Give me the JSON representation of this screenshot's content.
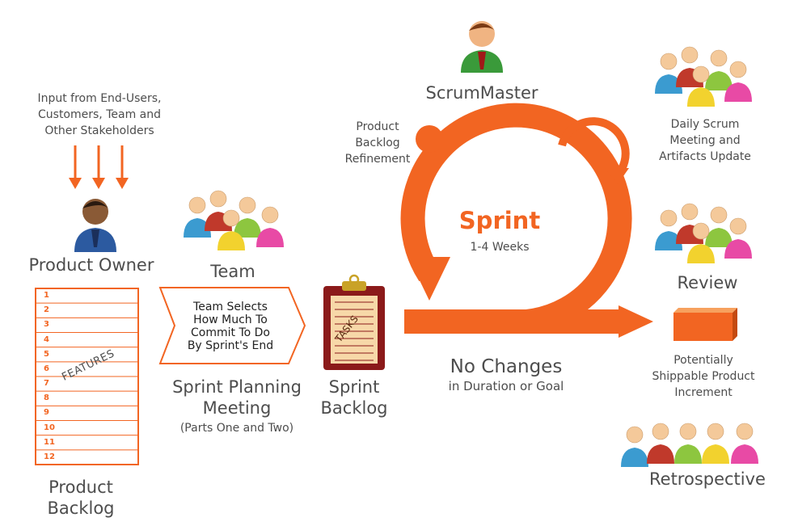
{
  "colors": {
    "orange": "#f26522",
    "text": "#4d4d4d",
    "clipboard": "#8b1a1a",
    "paper": "#f7d8a8"
  },
  "icons": {
    "person": "person-icon",
    "group": "people-group-icon",
    "arrow": "arrow-icon",
    "clipboard": "clipboard-icon",
    "box": "increment-box-icon"
  },
  "input": {
    "lines": [
      "Input from End-Users,",
      "Customers, Team and",
      "Other Stakeholders"
    ]
  },
  "product_owner": {
    "label": "Product Owner"
  },
  "product_backlog": {
    "items": [
      "1",
      "2",
      "3",
      "4",
      "5",
      "6",
      "7",
      "8",
      "9",
      "10",
      "11",
      "12"
    ],
    "stamp": "FEATURES",
    "label_lines": [
      "Product",
      "Backlog"
    ]
  },
  "team": {
    "label": "Team"
  },
  "planning": {
    "arrow_lines": [
      "Team Selects",
      "How Much To",
      "Commit To Do",
      "By Sprint's End"
    ],
    "title_lines": [
      "Sprint Planning",
      "Meeting"
    ],
    "subtitle": "(Parts One and Two)"
  },
  "sprint_backlog": {
    "stamp": "TASKS",
    "label_lines": [
      "Sprint",
      "Backlog"
    ]
  },
  "scrum_master": {
    "label": "ScrumMaster"
  },
  "refinement": {
    "lines": [
      "Product",
      "Backlog",
      "Refinement"
    ]
  },
  "sprint": {
    "title": "Sprint",
    "duration": "1-4 Weeks"
  },
  "no_changes": {
    "title": "No Changes",
    "subtitle": "in Duration or Goal"
  },
  "daily_scrum": {
    "lines": [
      "Daily Scrum",
      "Meeting and",
      "Artifacts Update"
    ]
  },
  "review": {
    "label": "Review"
  },
  "increment": {
    "lines": [
      "Potentially",
      "Shippable Product",
      "Increment"
    ]
  },
  "retrospective": {
    "label": "Retrospective"
  }
}
